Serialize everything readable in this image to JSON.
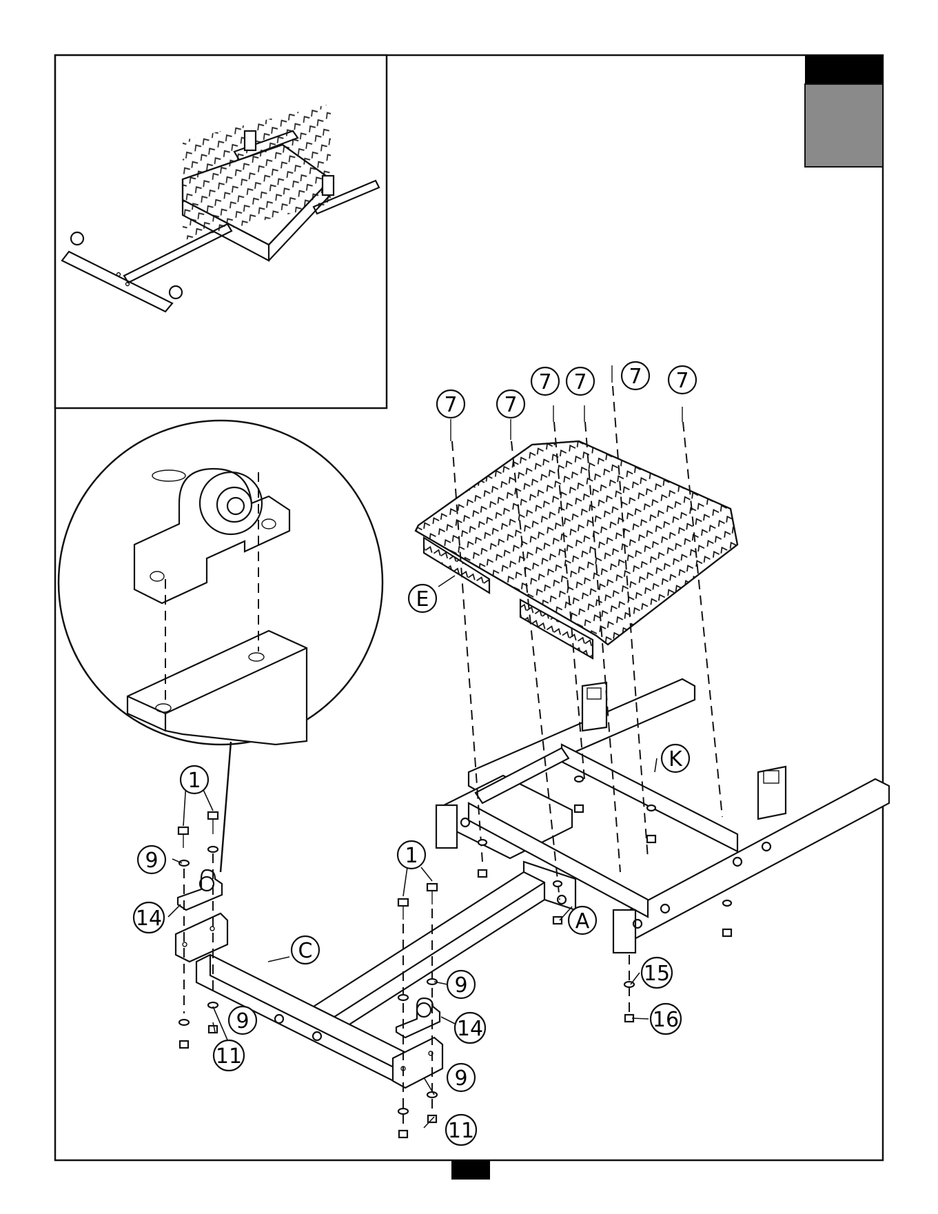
{
  "page": {
    "background": "#ffffff",
    "line_color": "#111111",
    "tab_colors": {
      "top": "#000000",
      "bottom": "#8a8a8a"
    },
    "page_number": ""
  },
  "callouts": {
    "c7a": "7",
    "c7b": "7",
    "c7c": "7",
    "c7d": "7",
    "c7e": "7",
    "c7f": "7",
    "cE": "E",
    "cK": "K",
    "cA": "A",
    "cC": "C",
    "c1a": "1",
    "c1b": "1",
    "c9a": "9",
    "c9b": "9",
    "c9c": "9",
    "c9d": "9",
    "c14a": "14",
    "c14b": "14",
    "c11a": "11",
    "c11b": "11",
    "c15": "15",
    "c16": "16"
  }
}
